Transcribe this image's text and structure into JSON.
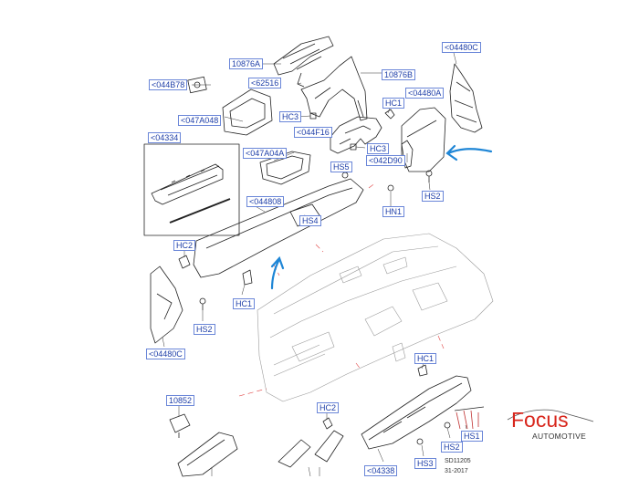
{
  "labels": {
    "p10876A": "10876A",
    "p62516": "<62516",
    "p10876B": "10876B",
    "p44480C_top": "<04480C",
    "p44B78": "<044B78",
    "p47A048": "<047A048",
    "pHC3a": "HC3",
    "pHC1a": "HC1",
    "p44480A": "<04480A",
    "p44F16": "<044F16",
    "pHC3b": "HC3",
    "p04334": "<04334",
    "p47A04A": "<047A04A",
    "pHS5": "HS5",
    "p42D90": "<042D90",
    "pHS2a": "HS2",
    "p44808": "<044808",
    "pHN1": "HN1",
    "pHS4": "HS4",
    "pHC2a": "HC2",
    "pHC1b": "HC1",
    "pHS2b": "HS2",
    "p44480C_bot": "<04480C",
    "pHC1c": "HC1",
    "p10852": "10852",
    "pHC2b": "HC2",
    "pHS1": "HS1",
    "pHS2c": "HS2",
    "p04338": "<04338",
    "pHS3": "HS3"
  },
  "footer": {
    "code": "SD11205",
    "date": "31-2017"
  },
  "logo": {
    "word": "Focus",
    "sub": "AUTOMOTIVE"
  },
  "colors": {
    "label_text": "#1f3fa8",
    "label_border": "#6a86d8",
    "arrow": "#1f86d6",
    "leader_red": "#e04040",
    "logo_red": "#d8261c"
  }
}
